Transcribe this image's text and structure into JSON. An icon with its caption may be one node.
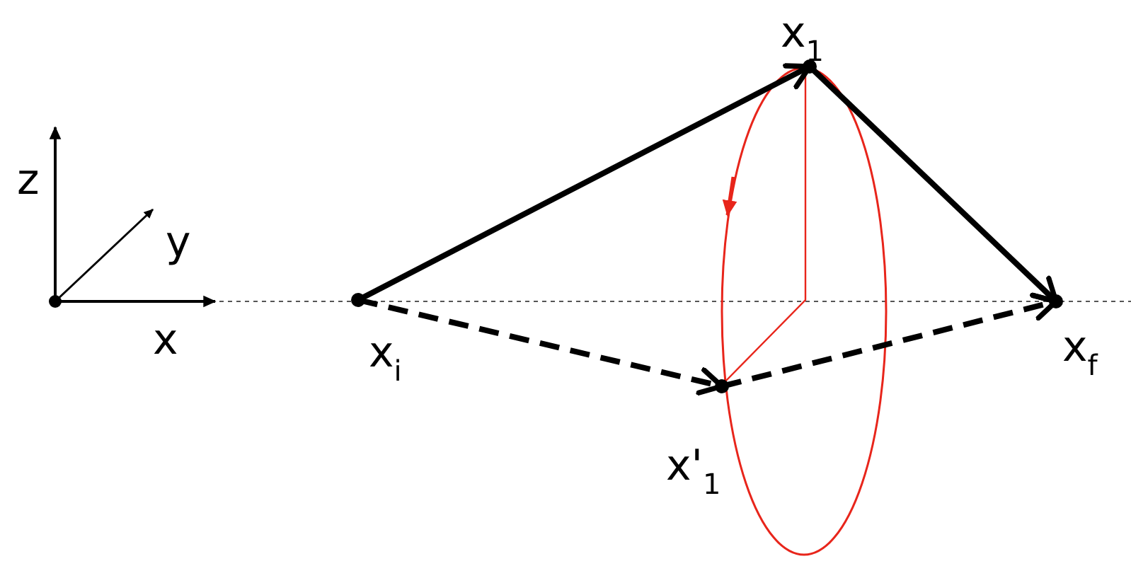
{
  "diagram": {
    "nodes": [
      {
        "text": [
          "x$_{i}$"
        ]
      },
      {
        "text": [
          "x$_{1}$"
        ]
      },
      {
        "text": [
          "x$_{f}$"
        ]
      },
      {
        "text": [
          "x'$_{1}$"
        ]
      }
    ],
    "edges": [
      {
        "from": 0,
        "to": 1,
        "arrow": "to"
      },
      {
        "from": 1,
        "to": 2,
        "arrow": "to"
      },
      {
        "from": 0,
        "to": 3,
        "arrow": "to",
        "style": "dashed"
      },
      {
        "from": 3,
        "to": 2,
        "arrow": "to",
        "style": "dashed"
      }
    ],
    "labels": [
      "z",
      "y",
      "x"
    ]
  }
}
